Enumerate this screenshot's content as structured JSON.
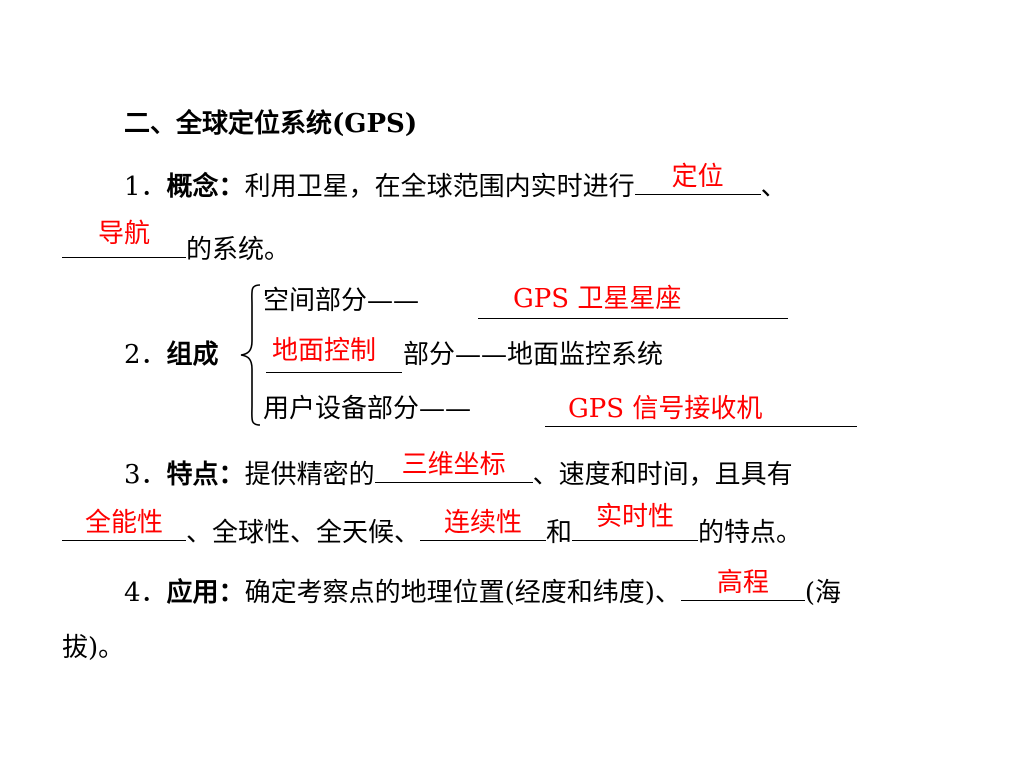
{
  "section": {
    "heading": "二、全球定位系统(GPS)"
  },
  "concept": {
    "num": "1．",
    "label": "概念：",
    "text": "利用卫星，在全球范围内实时进行",
    "answer1": "定位",
    "sep": "、",
    "answer2": "导航",
    "tail": "的系统。"
  },
  "composition": {
    "num": "2．",
    "label": "组成",
    "row1_text": "空间部分——",
    "row1_answer": "GPS 卫星星座",
    "row2_answer": "地面控制",
    "row2_text": "部分——地面监控系统",
    "row3_text": "用户设备部分——",
    "row3_answer": "GPS 信号接收机"
  },
  "features": {
    "num": "3．",
    "label": "特点：",
    "text1": "提供精密的",
    "answer1": "三维坐标",
    "text2": "、速度和时间，且具有",
    "answer2": "全能性",
    "text3": "、全球性、全天候、",
    "answer3": "连续性",
    "text4": "和",
    "answer4": "实时性",
    "text5": "的特点。"
  },
  "application": {
    "num": "4．",
    "label": "应用：",
    "text1": "确定考察点的地理位置(经度和纬度)、",
    "answer1": "高程",
    "text2": "(海",
    "text3": "拔)。"
  },
  "colors": {
    "answer": "#ff0000",
    "text": "#000000",
    "background": "#ffffff"
  }
}
